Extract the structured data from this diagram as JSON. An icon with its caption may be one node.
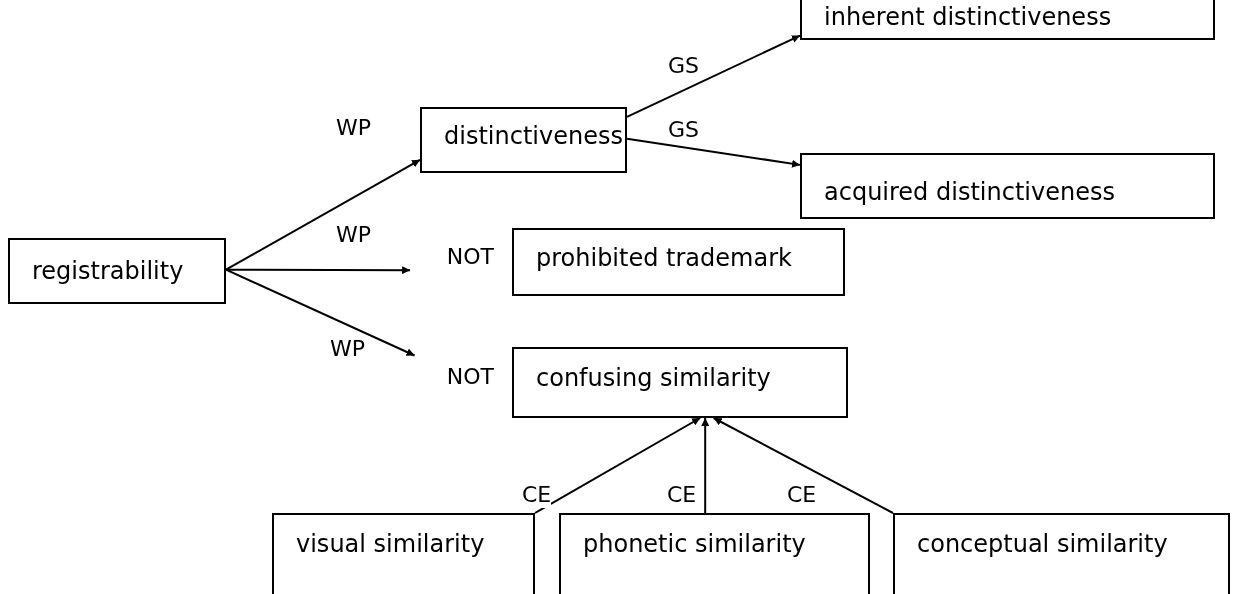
{
  "diagram": {
    "nodes": [
      {
        "text": [
          "registrability"
        ]
      },
      {
        "text": [
          "distinctiveness"
        ]
      },
      {
        "text": [
          "inherent distinctiveness"
        ]
      },
      {
        "text": [
          "acquired distinctiveness"
        ]
      },
      {
        "text": [
          "prohibited trademark"
        ],
        "beside": [
          "NOT"
        ]
      },
      {
        "text": [
          "confusing similarity"
        ],
        "beside": [
          "NOT"
        ]
      },
      {
        "text": [
          "visual similarity"
        ]
      },
      {
        "text": [
          "phonetic similarity"
        ]
      },
      {
        "text": [
          "conceptual similarity"
        ]
      }
    ],
    "edges": [
      {
        "from": 0,
        "to": 1,
        "arrow": "to",
        "label": "WP"
      },
      {
        "from": 0,
        "to": 4,
        "arrow": "to",
        "label": "WP"
      },
      {
        "from": 0,
        "to": 5,
        "arrow": "to",
        "label": "WP"
      },
      {
        "from": 1,
        "to": 2,
        "arrow": "to",
        "label": "GS"
      },
      {
        "from": 1,
        "to": 3,
        "arrow": "to",
        "label": "GS"
      },
      {
        "from": 6,
        "to": 5,
        "arrow": "to",
        "label": "CE"
      },
      {
        "from": 7,
        "to": 5,
        "arrow": "to",
        "label": "CE"
      },
      {
        "from": 8,
        "to": 5,
        "arrow": "to",
        "label": "CE"
      }
    ]
  }
}
